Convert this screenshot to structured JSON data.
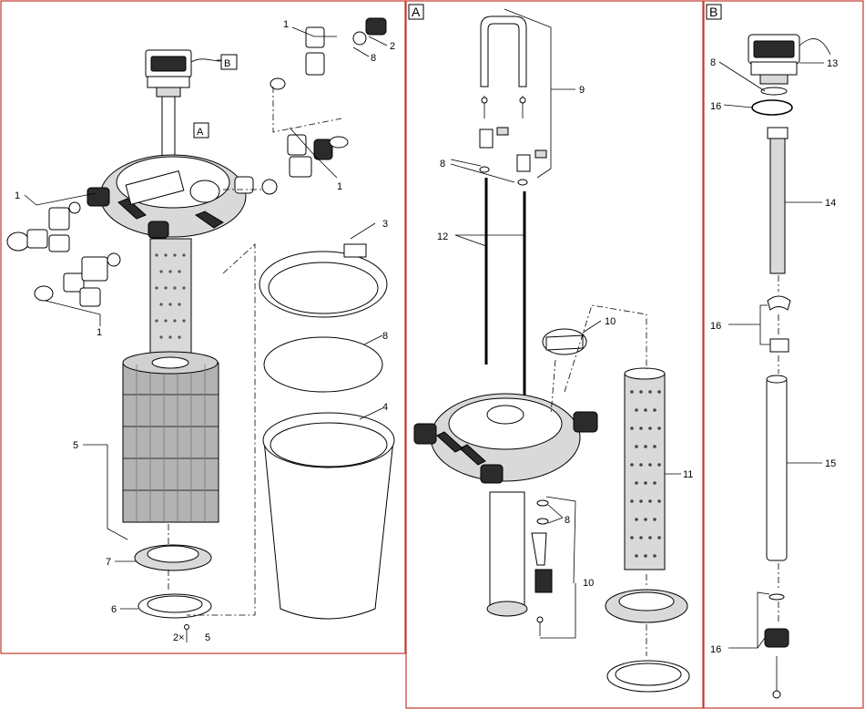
{
  "panels": {
    "a": "A",
    "b": "B"
  },
  "labels": {
    "left": {
      "n1a": "1",
      "n2": "2",
      "n8a": "8",
      "n1b": "1",
      "n1c": "1",
      "n1d": "1",
      "n3": "3",
      "n8b": "8",
      "n4": "4",
      "n5": "5",
      "n7": "7",
      "n6": "6",
      "screw_qty": "2×",
      "n5b": "5",
      "callout_a": "A",
      "callout_b": "B"
    },
    "middle": {
      "n9": "9",
      "n8a": "8",
      "n12": "12",
      "n10a": "10",
      "n11": "11",
      "n8b": "8",
      "n10b": "10"
    },
    "right": {
      "n8": "8",
      "n13": "13",
      "n16a": "16",
      "n14": "14",
      "n16b": "16",
      "n15": "15",
      "n16c": "16"
    }
  },
  "colors": {
    "panel_border": "#c0392b",
    "line": "#000000",
    "foam": "#b3b3b3"
  }
}
